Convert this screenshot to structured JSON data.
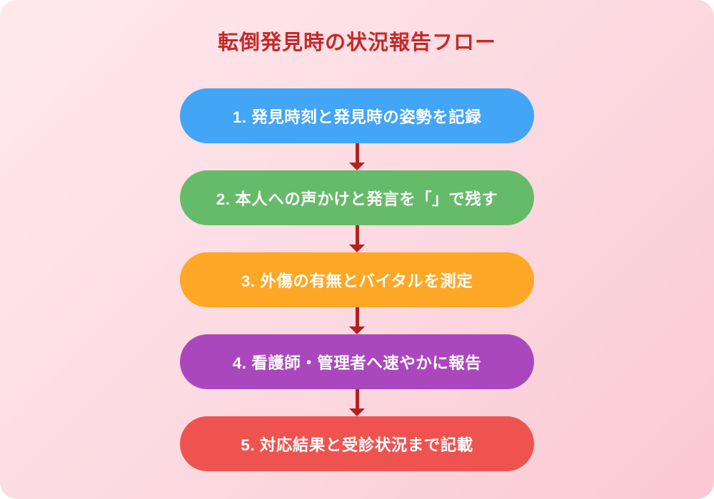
{
  "page": {
    "title": "転倒発見時の状況報告フロー",
    "colors": {
      "title": "#c62828",
      "background_top": "#ffe9ed",
      "background_bottom": "#fbc9d3",
      "arrow": "#b22222",
      "step_text": "#ffffff"
    }
  },
  "flow": {
    "steps": [
      {
        "label": "1. 発見時刻と発見時の姿勢を記録",
        "color": "#42a5f5"
      },
      {
        "label": "2. 本人への声かけと発言を「」で残す",
        "color": "#66bb6a"
      },
      {
        "label": "3. 外傷の有無とバイタルを測定",
        "color": "#ffa726"
      },
      {
        "label": "4. 看護師・管理者へ速やかに報告",
        "color": "#ab47bc"
      },
      {
        "label": "5. 対応結果と受診状況まで記載",
        "color": "#ef5350"
      }
    ]
  }
}
